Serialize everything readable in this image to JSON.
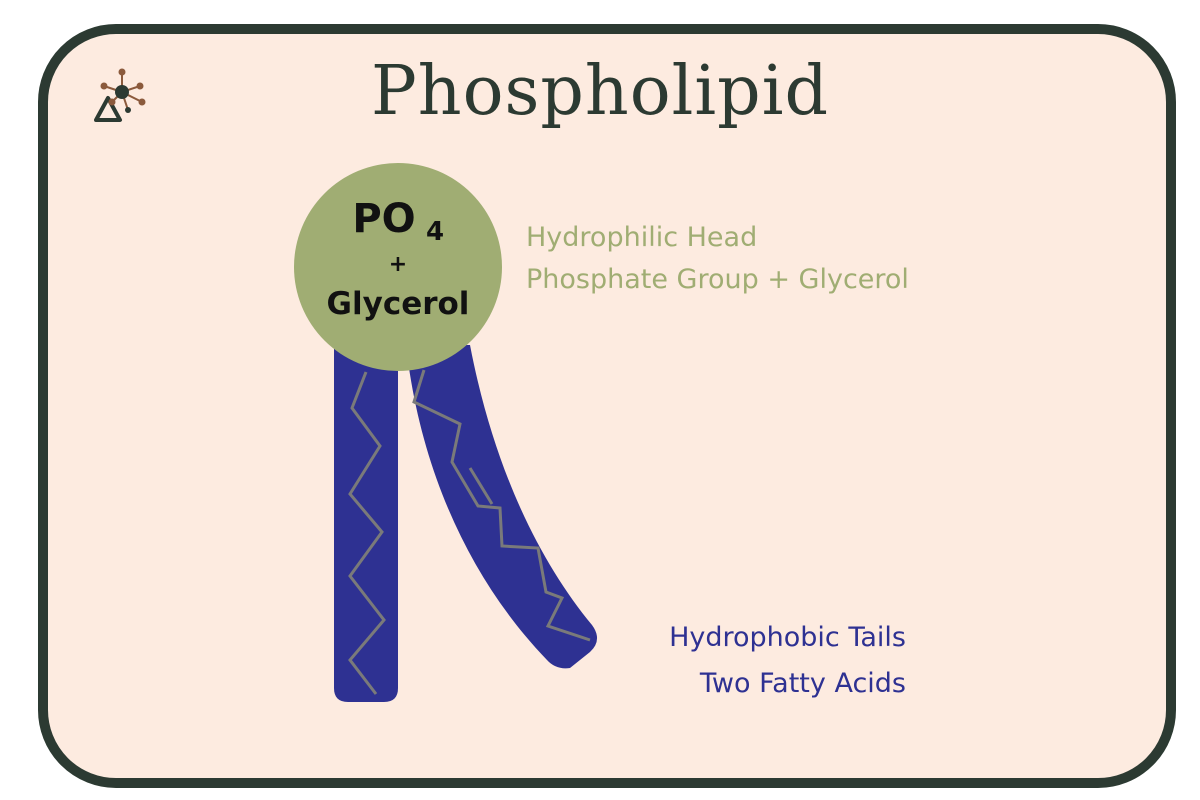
{
  "title": "Phospholipid",
  "head": {
    "formula_main": "PO",
    "formula_sub": "4",
    "plus": "+",
    "glycerol": "Glycerol",
    "label_line1": "Hydrophilic Head",
    "label_line2": "Phosphate Group + Glycerol"
  },
  "tails": {
    "label_line1": "Hydrophobic Tails",
    "label_line2": "Two Fatty Acids"
  },
  "colors": {
    "background": "#fdebe0",
    "border": "#2c3a32",
    "head": "#a0ad73",
    "tail": "#2e3192",
    "chain": "#7a7a7a"
  },
  "icons": {
    "logo": "molecule-triangle-logo-icon"
  }
}
